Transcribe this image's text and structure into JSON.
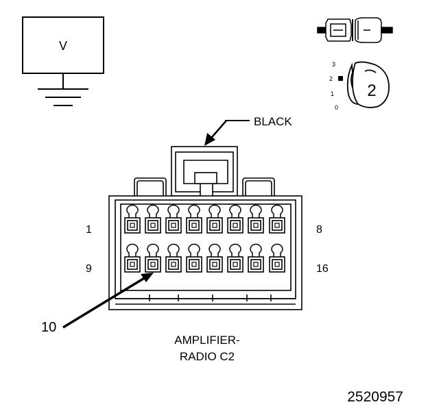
{
  "meter": {
    "label": "V"
  },
  "position_icon": {
    "scale": [
      "3",
      "2",
      "1",
      "0"
    ],
    "position": "2"
  },
  "connector": {
    "color_label": "BLACK",
    "pin_row_top": {
      "first": "1",
      "last": "8"
    },
    "pin_row_bottom": {
      "first": "9",
      "last": "16"
    },
    "callout_pin": "10",
    "name_line1": "AMPLIFIER-",
    "name_line2": "RADIO C2"
  },
  "figure_id": "2520957"
}
